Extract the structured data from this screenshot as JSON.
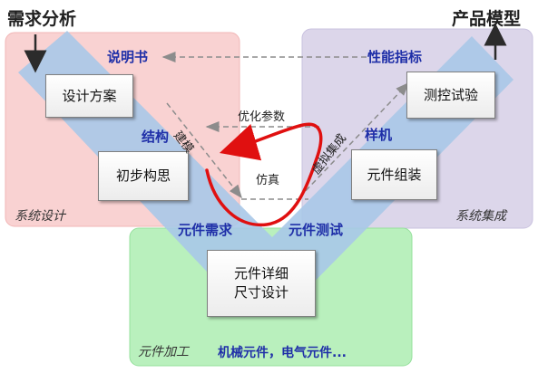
{
  "corners": {
    "top_left": "需求分析",
    "top_right": "产品模型"
  },
  "regions": {
    "design": "系统设计",
    "integration": "系统集成",
    "machining": "元件加工"
  },
  "boxes": {
    "design_plan": "设计方案",
    "initial_concept": "初步构思",
    "component_detail_line1": "元件详细",
    "component_detail_line2": "尺寸设计",
    "component_assembly": "元件组装",
    "measure_test": "测控试验"
  },
  "labels": {
    "manual": "说明书",
    "performance": "性能指标",
    "structure": "结构",
    "prototype": "样机",
    "component_demand": "元件需求",
    "component_test": "元件测试",
    "optimize": "优化参数",
    "modeling": "建模",
    "virtual_integration": "虚拟集成",
    "simulation": "仿真",
    "component_types": "机械元件，电气元件..."
  },
  "colors": {
    "design_region": "#f9d2d2",
    "integration_region": "#dcd6ea",
    "machining_region": "#b9f0bd",
    "v_band": "#a9c8e8",
    "label_blue": "#1f2fa8",
    "red_loop": "#e01010",
    "dashed_arrow": "#8c8c8c"
  }
}
